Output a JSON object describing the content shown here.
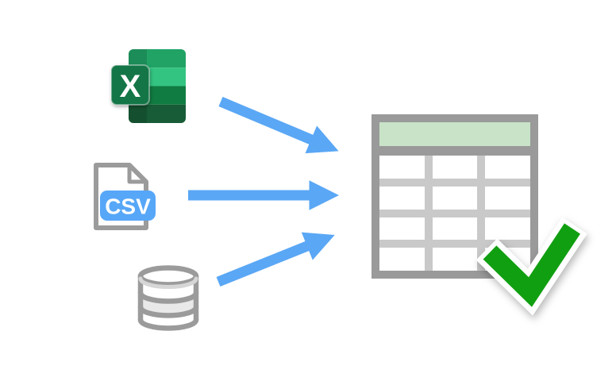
{
  "icons": {
    "excel": {
      "label": "X",
      "band_colors": [
        "#21A366",
        "#33C481",
        "#107C41",
        "#185C37"
      ],
      "badge_color": "#147647",
      "letter_color": "#FFFFFF"
    },
    "csv": {
      "label": "CSV",
      "outline_color": "#9B9B9B",
      "badge_color": "#57A7F8",
      "text_color": "#FFFFFF"
    },
    "database": {
      "outline_color": "#9B9B9B",
      "band_fill": "#E9E9E9",
      "highlight_color": "#D6D6D6"
    }
  },
  "arrows": {
    "color": "#5AA7F5",
    "count": 3
  },
  "table": {
    "frame_color": "#9A9A9A",
    "header_fill": "#C8E3C8",
    "grid_color": "#C9C9C9",
    "cell_fill": "#FFFFFF",
    "rows": 4,
    "columns": 3
  },
  "checkmark": {
    "fill": "#109F10",
    "outline": "#FFFFFF"
  }
}
